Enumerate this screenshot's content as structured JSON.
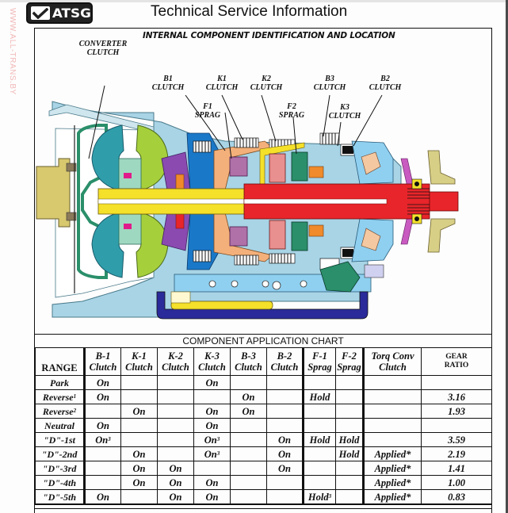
{
  "watermark": "WWW.ALL-TRANS.BY",
  "header": {
    "logo_text": "ATSG",
    "title": "Technical Service Information"
  },
  "diagram": {
    "title": "INTERNAL COMPONENT IDENTIFICATION AND LOCATION",
    "labels": {
      "converter_clutch": [
        "CONVERTER",
        "CLUTCH"
      ],
      "b1_clutch": [
        "B1",
        "CLUTCH"
      ],
      "k1_clutch": [
        "K1",
        "CLUTCH"
      ],
      "k2_clutch": [
        "K2",
        "CLUTCH"
      ],
      "f1_sprag": [
        "F1",
        "SPRAG"
      ],
      "f2_sprag": [
        "F2",
        "SPRAG"
      ],
      "b3_clutch": [
        "B3",
        "CLUTCH"
      ],
      "k3_clutch": [
        "K3",
        "CLUTCH"
      ],
      "b2_clutch": [
        "B2",
        "CLUTCH"
      ]
    },
    "colors": {
      "case": "#a8d4e6",
      "input_shaft": "#f5e02a",
      "output_shaft": "#e8252a",
      "converter_turbine": "#2f9eaa",
      "converter_stator": "#9fd8c0",
      "converter_impeller": "#a6cf3c",
      "flexplate": "#d8c86e",
      "b1_housing": "#1a78c8",
      "pump": "#8a4ab0",
      "k1_drum": "#f4b07a",
      "planetary_pink": "#e88f8f",
      "planetary_green": "#2a8f6a",
      "orange": "#f08a2a",
      "pan": "#2a2a9a",
      "valve_body": "#8fd0f0",
      "flange": "#d8cf86",
      "magenta": "#c85ac0"
    }
  },
  "chart": {
    "title": "COMPONENT APPLICATION CHART",
    "columns": [
      {
        "top": "RANGE",
        "bottom": ""
      },
      {
        "top": "B-1",
        "bottom": "Clutch"
      },
      {
        "top": "K-1",
        "bottom": "Clutch"
      },
      {
        "top": "K-2",
        "bottom": "Clutch"
      },
      {
        "top": "K-3",
        "bottom": "Clutch"
      },
      {
        "top": "B-3",
        "bottom": "Clutch"
      },
      {
        "top": "B-2",
        "bottom": "Clutch"
      },
      {
        "top": "F-1",
        "bottom": "Sprag"
      },
      {
        "top": "F-2",
        "bottom": "Sprag"
      },
      {
        "top": "Torq Conv",
        "bottom": "Clutch"
      },
      {
        "top": "GEAR",
        "bottom": "RATIO"
      }
    ],
    "rows": [
      {
        "range": "Park",
        "sup": "",
        "cells": [
          {
            "t": "On",
            "s": ""
          },
          {
            "t": "",
            "s": ""
          },
          {
            "t": "",
            "s": ""
          },
          {
            "t": "On",
            "s": ""
          },
          {
            "t": "",
            "s": ""
          },
          {
            "t": "",
            "s": ""
          },
          {
            "t": "",
            "s": ""
          },
          {
            "t": "",
            "s": ""
          },
          {
            "t": "",
            "s": ""
          },
          {
            "t": "",
            "s": ""
          }
        ]
      },
      {
        "range": "Reverse",
        "sup": "1",
        "cells": [
          {
            "t": "On",
            "s": ""
          },
          {
            "t": "",
            "s": ""
          },
          {
            "t": "",
            "s": ""
          },
          {
            "t": "",
            "s": ""
          },
          {
            "t": "On",
            "s": ""
          },
          {
            "t": "",
            "s": ""
          },
          {
            "t": "Hold",
            "s": ""
          },
          {
            "t": "",
            "s": ""
          },
          {
            "t": "",
            "s": ""
          },
          {
            "t": "3.16",
            "s": ""
          }
        ]
      },
      {
        "range": "Reverse",
        "sup": "2",
        "cells": [
          {
            "t": "",
            "s": ""
          },
          {
            "t": "On",
            "s": ""
          },
          {
            "t": "",
            "s": ""
          },
          {
            "t": "On",
            "s": ""
          },
          {
            "t": "On",
            "s": ""
          },
          {
            "t": "",
            "s": ""
          },
          {
            "t": "",
            "s": ""
          },
          {
            "t": "",
            "s": ""
          },
          {
            "t": "",
            "s": ""
          },
          {
            "t": "1.93",
            "s": ""
          }
        ]
      },
      {
        "range": "Neutral",
        "sup": "",
        "cells": [
          {
            "t": "On",
            "s": ""
          },
          {
            "t": "",
            "s": ""
          },
          {
            "t": "",
            "s": ""
          },
          {
            "t": "On",
            "s": ""
          },
          {
            "t": "",
            "s": ""
          },
          {
            "t": "",
            "s": ""
          },
          {
            "t": "",
            "s": ""
          },
          {
            "t": "",
            "s": ""
          },
          {
            "t": "",
            "s": ""
          },
          {
            "t": "",
            "s": ""
          }
        ]
      },
      {
        "range": "\"D\"-1st",
        "sup": "",
        "cells": [
          {
            "t": "On",
            "s": "3"
          },
          {
            "t": "",
            "s": ""
          },
          {
            "t": "",
            "s": ""
          },
          {
            "t": "On",
            "s": "3"
          },
          {
            "t": "",
            "s": ""
          },
          {
            "t": "On",
            "s": ""
          },
          {
            "t": "Hold",
            "s": ""
          },
          {
            "t": "Hold",
            "s": ""
          },
          {
            "t": "",
            "s": ""
          },
          {
            "t": "3.59",
            "s": ""
          }
        ]
      },
      {
        "range": "\"D\"-2nd",
        "sup": "",
        "cells": [
          {
            "t": "",
            "s": ""
          },
          {
            "t": "On",
            "s": ""
          },
          {
            "t": "",
            "s": ""
          },
          {
            "t": "On",
            "s": "3"
          },
          {
            "t": "",
            "s": ""
          },
          {
            "t": "On",
            "s": ""
          },
          {
            "t": "",
            "s": ""
          },
          {
            "t": "Hold",
            "s": ""
          },
          {
            "t": "Applied*",
            "s": ""
          },
          {
            "t": "2.19",
            "s": ""
          }
        ]
      },
      {
        "range": "\"D\"-3rd",
        "sup": "",
        "cells": [
          {
            "t": "",
            "s": ""
          },
          {
            "t": "On",
            "s": ""
          },
          {
            "t": "On",
            "s": ""
          },
          {
            "t": "",
            "s": ""
          },
          {
            "t": "",
            "s": ""
          },
          {
            "t": "On",
            "s": ""
          },
          {
            "t": "",
            "s": ""
          },
          {
            "t": "",
            "s": ""
          },
          {
            "t": "Applied*",
            "s": ""
          },
          {
            "t": "1.41",
            "s": ""
          }
        ]
      },
      {
        "range": "\"D\"-4th",
        "sup": "",
        "cells": [
          {
            "t": "",
            "s": ""
          },
          {
            "t": "On",
            "s": ""
          },
          {
            "t": "On",
            "s": ""
          },
          {
            "t": "On",
            "s": ""
          },
          {
            "t": "",
            "s": ""
          },
          {
            "t": "",
            "s": ""
          },
          {
            "t": "",
            "s": ""
          },
          {
            "t": "",
            "s": ""
          },
          {
            "t": "Applied*",
            "s": ""
          },
          {
            "t": "1.00",
            "s": ""
          }
        ]
      },
      {
        "range": "\"D\"-5th",
        "sup": "",
        "cells": [
          {
            "t": "On",
            "s": ""
          },
          {
            "t": "",
            "s": ""
          },
          {
            "t": "On",
            "s": ""
          },
          {
            "t": "On",
            "s": ""
          },
          {
            "t": "",
            "s": ""
          },
          {
            "t": "",
            "s": ""
          },
          {
            "t": "Hold",
            "s": "3"
          },
          {
            "t": "",
            "s": ""
          },
          {
            "t": "Applied*",
            "s": ""
          },
          {
            "t": "0.83",
            "s": ""
          }
        ]
      }
    ]
  }
}
